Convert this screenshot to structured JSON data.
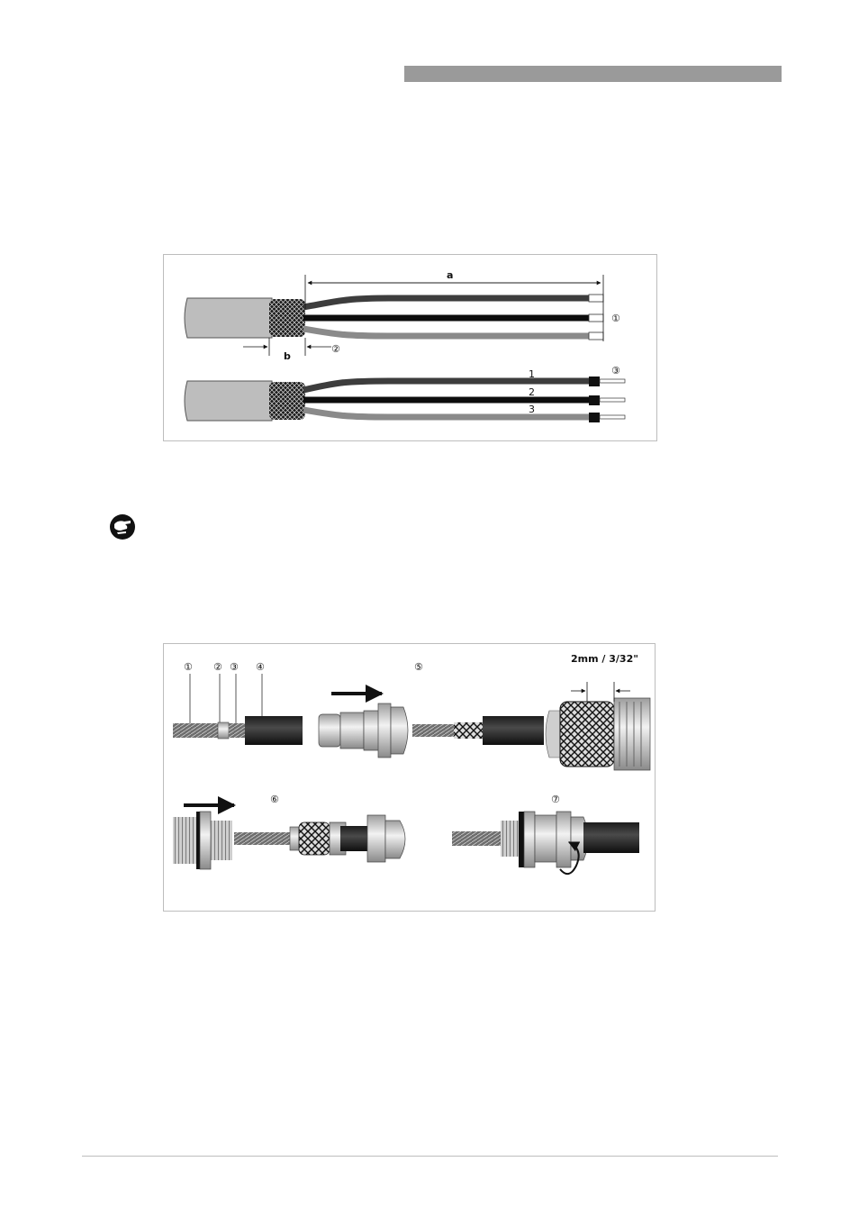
{
  "figure1": {
    "dimension_a": "a",
    "dimension_b": "b",
    "callouts": [
      "①",
      "②",
      "③"
    ],
    "wire_numbers": [
      "1",
      "2",
      "3"
    ]
  },
  "figure2": {
    "callouts": [
      "①",
      "②",
      "③",
      "④",
      "⑤",
      "⑥",
      "⑦"
    ],
    "dimension_label": "2mm / 3/32\""
  },
  "icons": {
    "note": "tool-hand-icon"
  },
  "colors": {
    "header_bar": "#9a9a9a",
    "frame": "#bdbdbd"
  }
}
